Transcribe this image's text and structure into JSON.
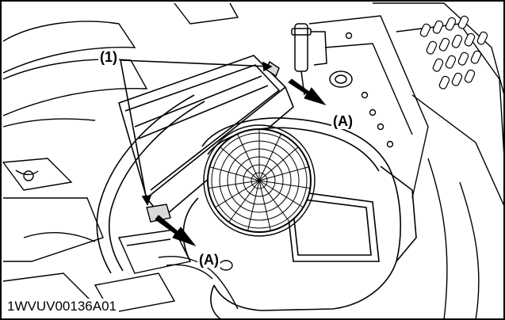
{
  "diagram": {
    "colors": {
      "line": "#000000",
      "background": "#ffffff",
      "fill_gray": "#d9d9d9"
    },
    "callouts": {
      "part_1": "(1)",
      "direction_a_upper": "(A)",
      "direction_a_lower": "(A)"
    },
    "figure_id": "1WVUV00136A01",
    "icons": [
      "direction-arrow-icon",
      "leader-line",
      "fan-guard-grille"
    ]
  }
}
